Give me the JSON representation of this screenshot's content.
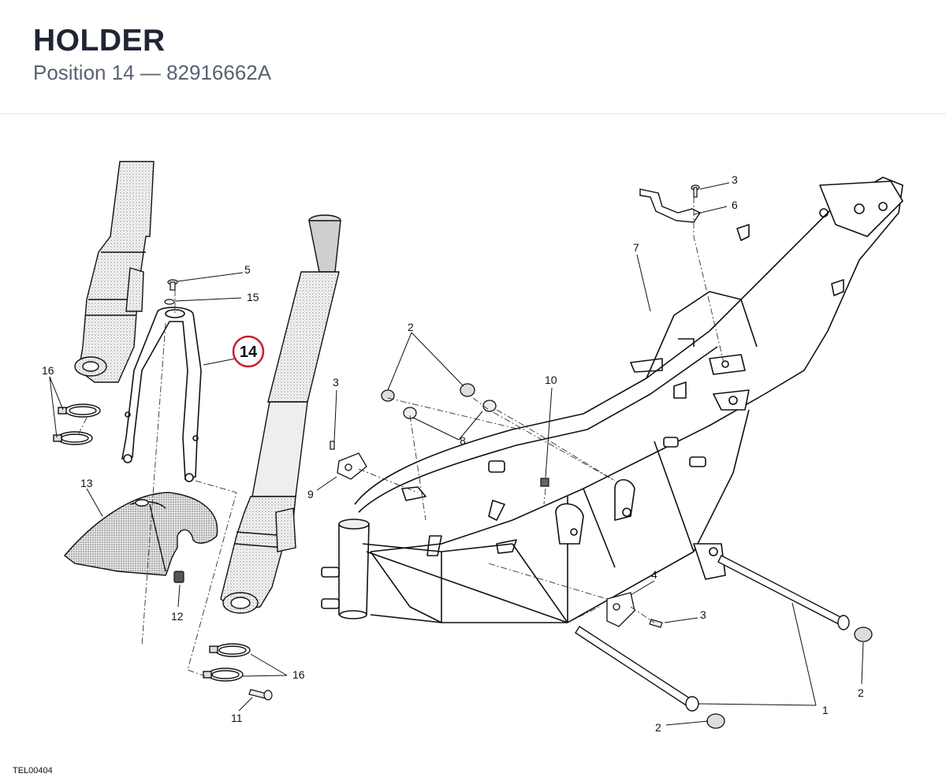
{
  "header": {
    "title": "HOLDER",
    "subtitle": "Position 14 — 82916662A"
  },
  "highlight": {
    "label": "14",
    "color": "#cc1f2b"
  },
  "callouts": {
    "c1": "1",
    "c2a": "2",
    "c2b": "2",
    "c2c": "2",
    "c3a": "3",
    "c3b": "3",
    "c3c": "3",
    "c4": "4",
    "c5": "5",
    "c6": "6",
    "c7": "7",
    "c8": "8",
    "c9": "9",
    "c10": "10",
    "c11": "11",
    "c12": "12",
    "c13": "13",
    "c15": "15",
    "c16a": "16",
    "c16b": "16"
  },
  "footer": {
    "code": "TEL00404"
  }
}
